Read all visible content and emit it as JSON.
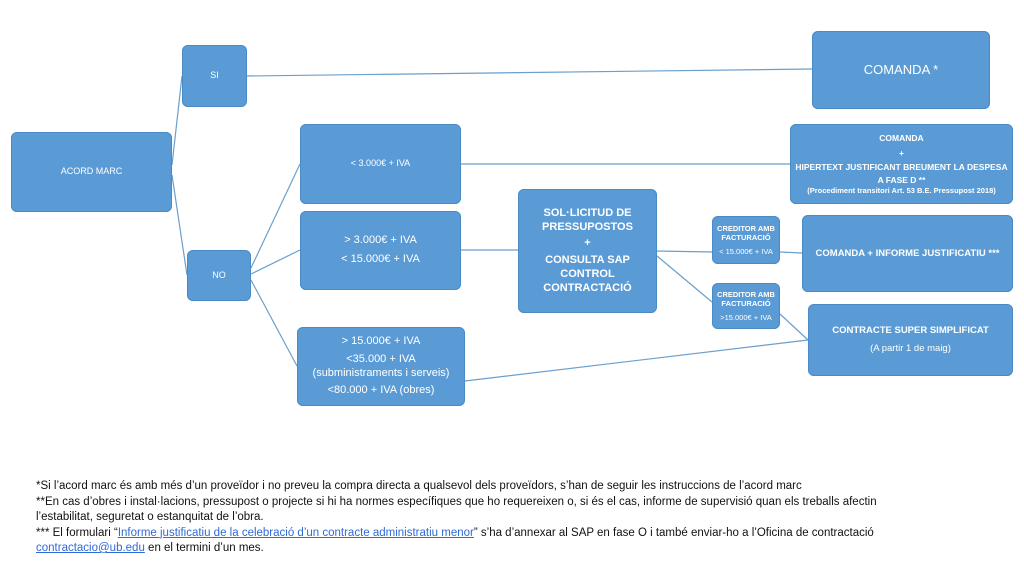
{
  "nodes": {
    "acord": "ACORD MARC",
    "si": "SI",
    "no": "NO",
    "comanda_star": "COMANDA *",
    "lt3000": "< 3.000€ + IVA",
    "range_3_15": {
      "l1": "> 3.000€ + IVA",
      "l2": "< 15.000€ + IVA"
    },
    "gt15": {
      "l1": "> 15.000€ + IVA",
      "l2": "<35.000 + IVA",
      "l3": "(subministraments i serveis)",
      "l4": "<80.000 + IVA (obres)"
    },
    "solicitud": {
      "l1": "SOL·LICITUD DE PRESSUPOSTOS",
      "l2": "+",
      "l3": "CONSULTA SAP CONTROL CONTRACTACIÓ"
    },
    "comanda_hipertext": {
      "l1": "COMANDA",
      "l2": "+",
      "l3": "HIPERTEXT JUSTIFICANT BREUMENT LA DESPESA",
      "l4": "A FASE  D **",
      "l5": "(Procediment transitori Art. 53 B.E. Pressupost 2018)"
    },
    "creditor1": {
      "l1": "CREDITOR AMB FACTURACIÓ",
      "l2": "< 15.000€ + IVA"
    },
    "creditor2": {
      "l1": "CREDITOR AMB FACTURACIÓ",
      "l2": ">15.000€ + IVA"
    },
    "comanda_informe": "COMANDA + INFORME JUSTIFICATIU ***",
    "contracte": {
      "l1": "CONTRACTE SUPER SIMPLIFICAT",
      "l2": "(A partir 1 de maig)"
    }
  },
  "notes": {
    "n1": "*Si l’acord marc és amb més d’un proveïdor i no preveu la compra directa a qualsevol dels proveïdors, s’han de seguir les instruccions de l’acord marc",
    "n2a": "**En cas d’obres i instal·lacions, pressupost o projecte si hi ha normes específiques que ho requereixen o, si és el cas, informe de supervisió quan els treballs afectin",
    "n2b": "l’estabilitat, seguretat o estanquitat de l’obra.",
    "n3_pre": "*** El formulari “",
    "n3_link": "Informe justificatiu de la celebració d’un contracte administratiu menor",
    "n3_post": "” s’ha d’annexar al SAP en fase O i també enviar-ho a l’Oficina de contractació",
    "n4_email": "contractacio@ub.edu",
    "n4_post": "  en el termini d’un mes."
  },
  "colors": {
    "node_fill": "#5b9bd5",
    "connector": "#6a9fce",
    "link": "#2e6bd6"
  }
}
